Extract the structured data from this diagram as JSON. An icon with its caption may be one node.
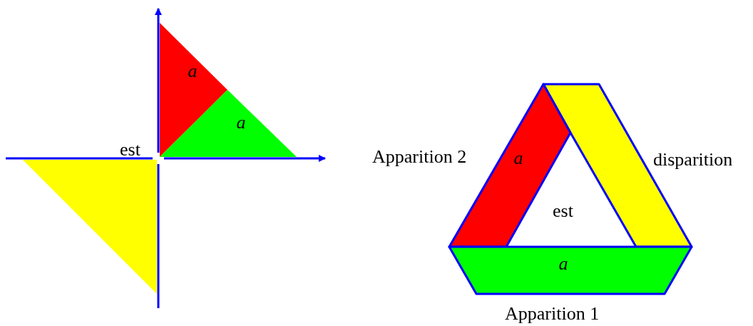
{
  "diagram": {
    "nodes": [
      {
        "text": [
          "a"
        ]
      },
      {
        "text": [
          "a"
        ]
      },
      {
        "text": [],
        "shape": "triangle"
      },
      {
        "text": [],
        "shape": "band"
      },
      {
        "text": [
          "a"
        ]
      },
      {
        "text": [
          "a"
        ]
      }
    ],
    "labels": [
      "est",
      "Apparition 2",
      "disparition",
      "est",
      "Apparition 1"
    ]
  }
}
